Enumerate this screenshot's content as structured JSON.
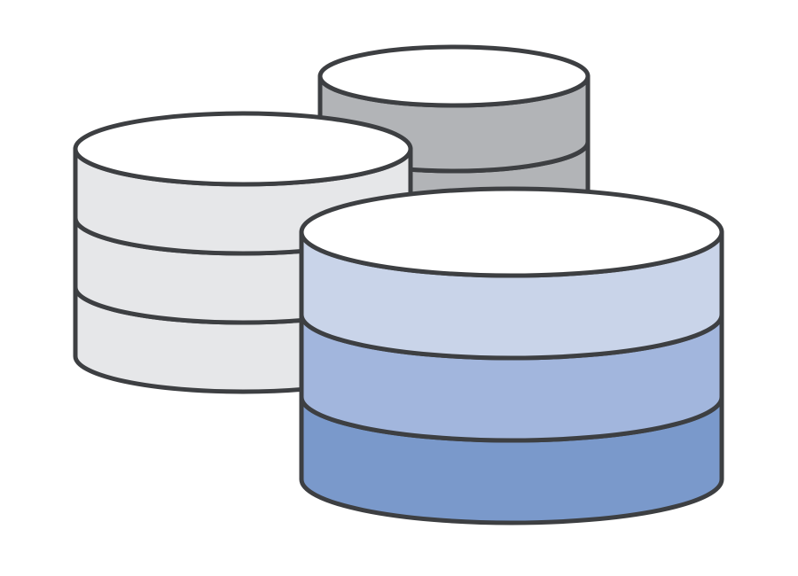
{
  "illustration": {
    "name": "database-stacks-icon",
    "outline_color": "#3d3f42",
    "top_fill": "#ffffff",
    "stacks": [
      {
        "name": "gray-database-stack",
        "band_colors": [
          "#b2b4b7",
          "#b2b4b7"
        ]
      },
      {
        "name": "light-database-stack",
        "band_colors": [
          "#e6e7e9",
          "#e6e7e9",
          "#e6e7e9"
        ]
      },
      {
        "name": "blue-database-stack",
        "band_colors": [
          "#c9d4e9",
          "#a2b6dd",
          "#7a99cb"
        ]
      }
    ]
  }
}
